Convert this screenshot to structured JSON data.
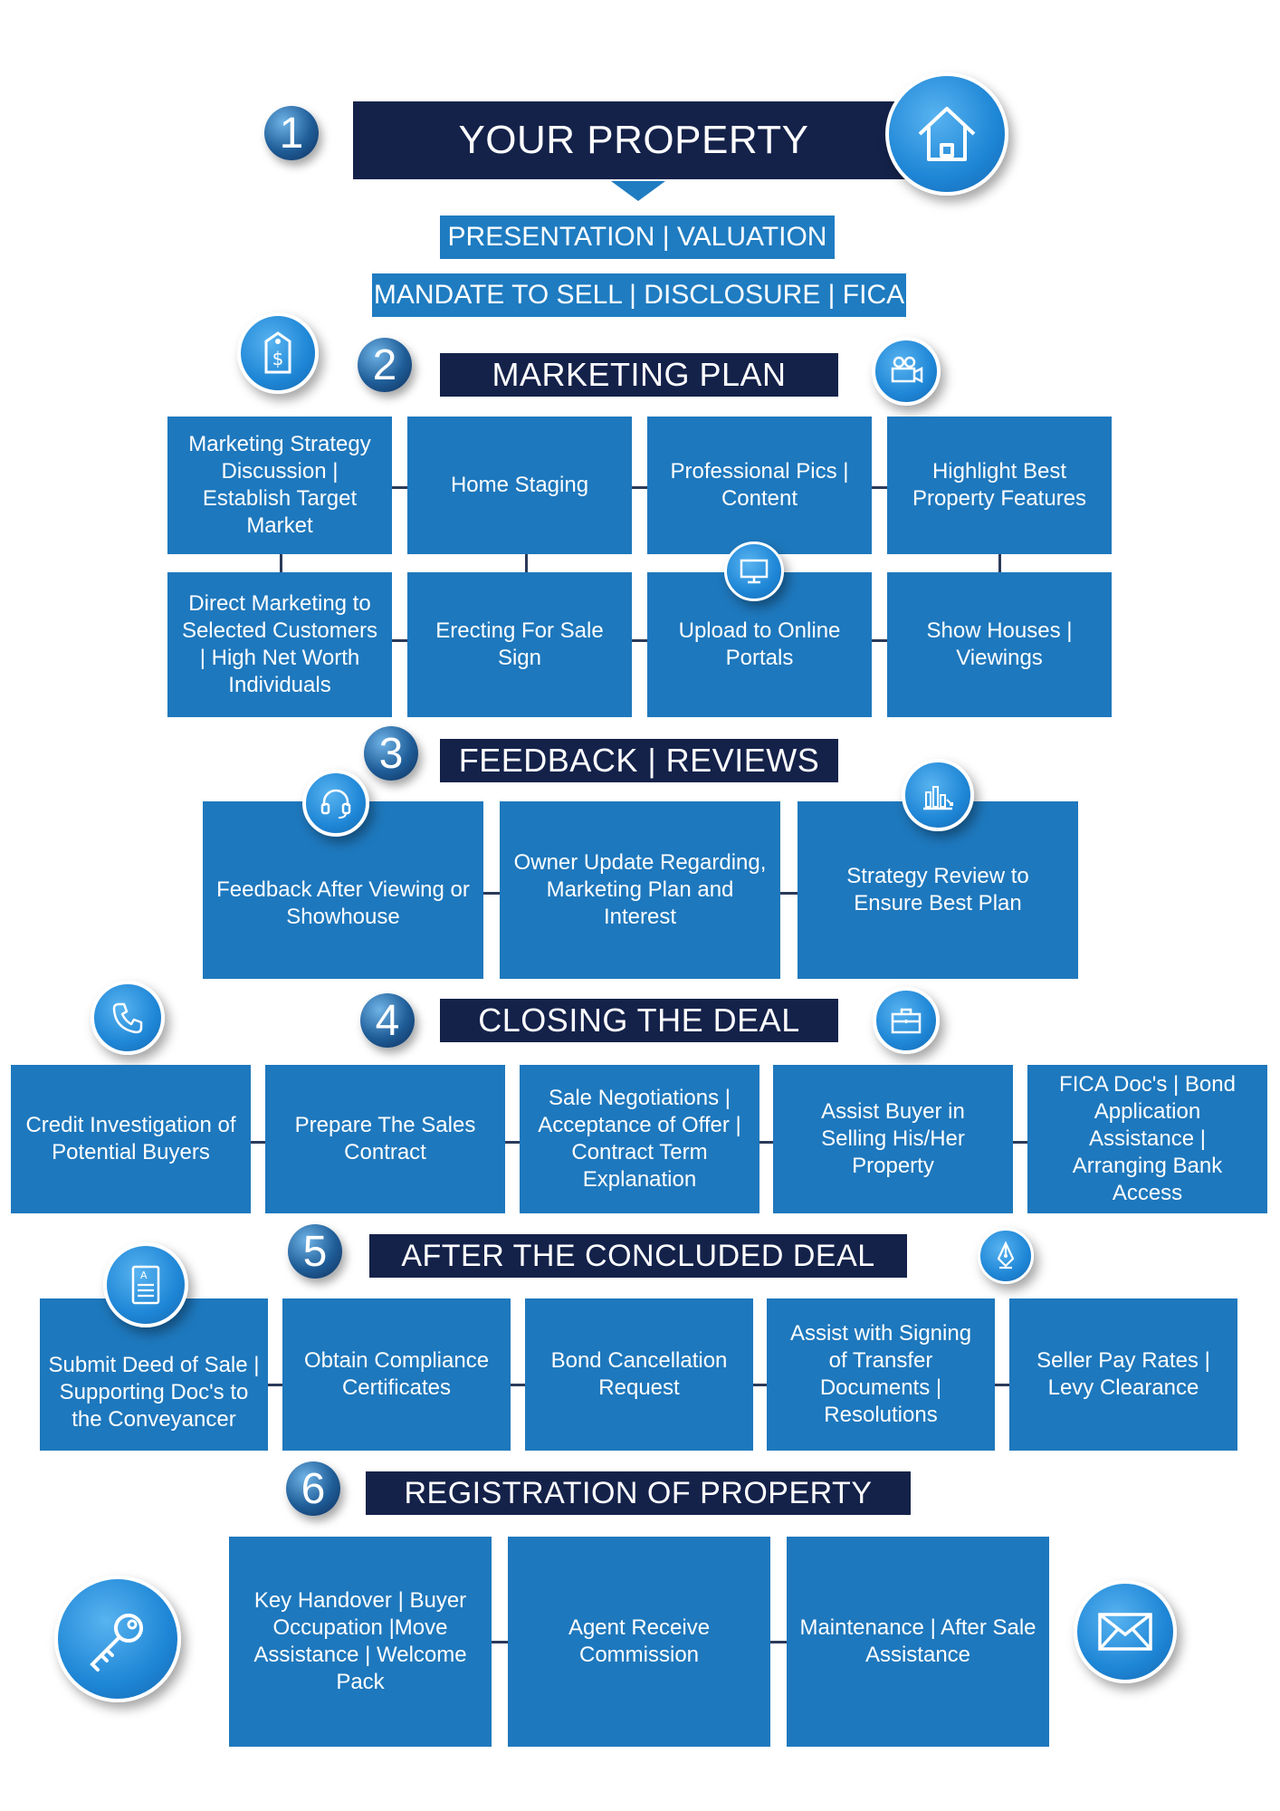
{
  "step1": {
    "number": "1",
    "title": "YOUR PROPERTY",
    "band1": "PRESENTATION | VALUATION",
    "band2": "MANDATE TO SELL | DISCLOSURE | FICA"
  },
  "step2": {
    "number": "2",
    "title": "MARKETING PLAN",
    "row1": [
      "Marketing Strategy Discussion | Establish Target Market",
      "Home Staging",
      "Professional Pics | Content",
      "Highlight Best Property Features"
    ],
    "row2": [
      "Direct Marketing to Selected Customers | High Net Worth Individuals",
      "Erecting For Sale Sign",
      "Upload to Online Portals",
      "Show Houses | Viewings"
    ]
  },
  "step3": {
    "number": "3",
    "title": "FEEDBACK | REVIEWS",
    "items": [
      "Feedback After Viewing or Showhouse",
      "Owner Update Regarding, Marketing Plan and Interest",
      "Strategy Review to Ensure Best Plan"
    ]
  },
  "step4": {
    "number": "4",
    "title": "CLOSING THE DEAL",
    "items": [
      "Credit Investigation of Potential Buyers",
      "Prepare The Sales Contract",
      "Sale Negotiations | Acceptance of Offer | Contract Term Explanation",
      "Assist Buyer in Selling His/Her Property",
      "FICA Doc's | Bond Application Assistance | Arranging Bank Access"
    ]
  },
  "step5": {
    "number": "5",
    "title": "AFTER THE CONCLUDED DEAL",
    "items": [
      "Submit Deed of Sale | Supporting Doc's to the Conveyancer",
      "Obtain Compliance Certificates",
      "Bond Cancellation Request",
      "Assist with Signing of Transfer Documents | Resolutions",
      "Seller Pay Rates | Levy Clearance"
    ]
  },
  "step6": {
    "number": "6",
    "title": "REGISTRATION OF PROPERTY",
    "items": [
      "Key Handover | Buyer Occupation |Move Assistance | Welcome Pack",
      "Agent Receive Commission",
      "Maintenance | After Sale Assistance"
    ]
  },
  "icons": [
    "house-icon",
    "price-tag-icon",
    "video-camera-icon",
    "monitor-icon",
    "headset-icon",
    "chart-icon",
    "phone-icon",
    "briefcase-icon",
    "document-icon",
    "pen-icon",
    "key-icon",
    "envelope-icon"
  ],
  "colors": {
    "navy": "#14224a",
    "blue": "#1e78bd",
    "accent": "#1f86d6"
  }
}
